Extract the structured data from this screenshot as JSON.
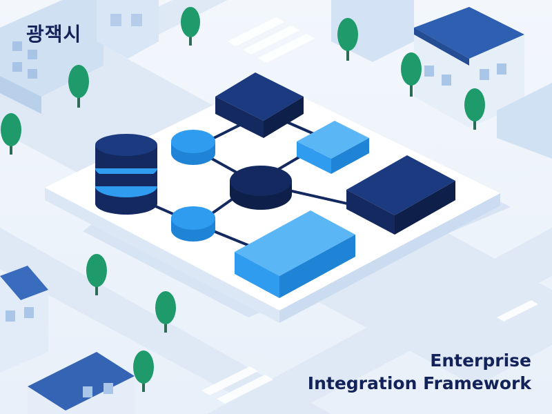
{
  "city_name": "광잭시",
  "title": {
    "line1": "Enterprise",
    "line2": "Integration Framework"
  },
  "palette": {
    "navy": "#13295f",
    "bright_blue": "#2f9cf0",
    "ground": "#eef4fb",
    "road": "#dde8f4",
    "platform": "#ffffff",
    "tree": "#1f9a6b"
  },
  "icons": [
    "database-icon",
    "server-block-icon",
    "node-circle-icon",
    "tree-icon",
    "house-icon"
  ]
}
